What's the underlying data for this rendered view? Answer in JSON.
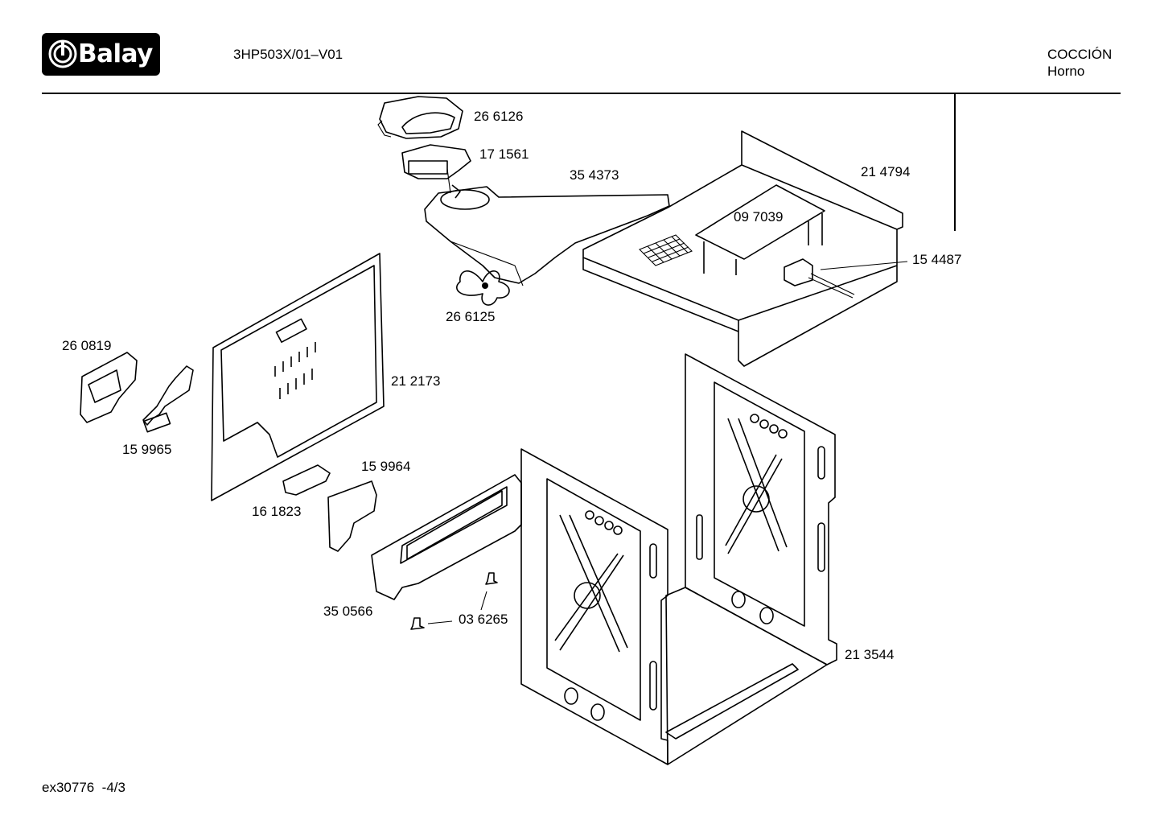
{
  "header": {
    "brand": "Balay",
    "model": "3HP503X/01–V01",
    "category": "COCCIÓN",
    "subcategory": "Horno"
  },
  "footer": {
    "code": "ex30776  -4/3"
  },
  "parts": [
    {
      "id": "p266126",
      "label": "26 6126"
    },
    {
      "id": "p171561",
      "label": "17 1561"
    },
    {
      "id": "p354373",
      "label": "35 4373"
    },
    {
      "id": "p214794",
      "label": "21 4794"
    },
    {
      "id": "p097039",
      "label": "09 7039"
    },
    {
      "id": "p154487",
      "label": "15 4487"
    },
    {
      "id": "p266125",
      "label": "26 6125"
    },
    {
      "id": "p260819",
      "label": "26 0819"
    },
    {
      "id": "p212173",
      "label": "21 2173"
    },
    {
      "id": "p159965",
      "label": "15 9965"
    },
    {
      "id": "p159964",
      "label": "15 9964"
    },
    {
      "id": "p161823",
      "label": "16 1823"
    },
    {
      "id": "p350566",
      "label": "35 0566"
    },
    {
      "id": "p036265",
      "label": "03 6265"
    },
    {
      "id": "p213544",
      "label": "21 3544"
    }
  ]
}
